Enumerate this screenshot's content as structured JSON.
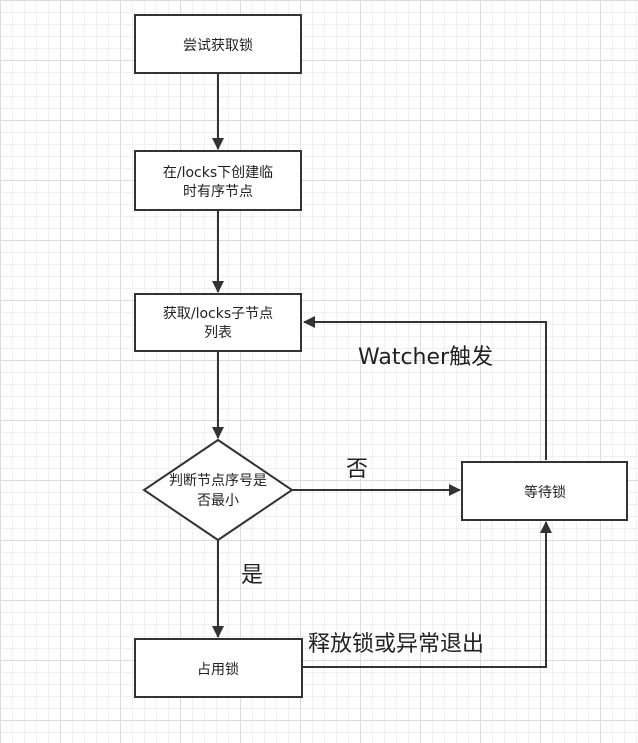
{
  "nodes": {
    "try_lock": {
      "lines": [
        "尝试获取锁"
      ]
    },
    "create_node": {
      "lines": [
        "在/locks下创建临",
        "时有序节点"
      ]
    },
    "get_children": {
      "lines": [
        "获取/locks子节点",
        "列表"
      ]
    },
    "decision": {
      "lines": [
        "判断节点序号是",
        "否最小"
      ]
    },
    "wait_lock": {
      "lines": [
        "等待锁"
      ]
    },
    "hold_lock": {
      "lines": [
        "占用锁"
      ]
    }
  },
  "edge_labels": {
    "watcher": "Watcher触发",
    "no": "否",
    "yes": "是",
    "release": "释放锁或异常退出"
  },
  "colors": {
    "stroke": "#333333",
    "fill": "#ffffff",
    "text": "#222222",
    "grid_major": "#dcdcdc",
    "grid_minor": "#f0f0f0"
  }
}
